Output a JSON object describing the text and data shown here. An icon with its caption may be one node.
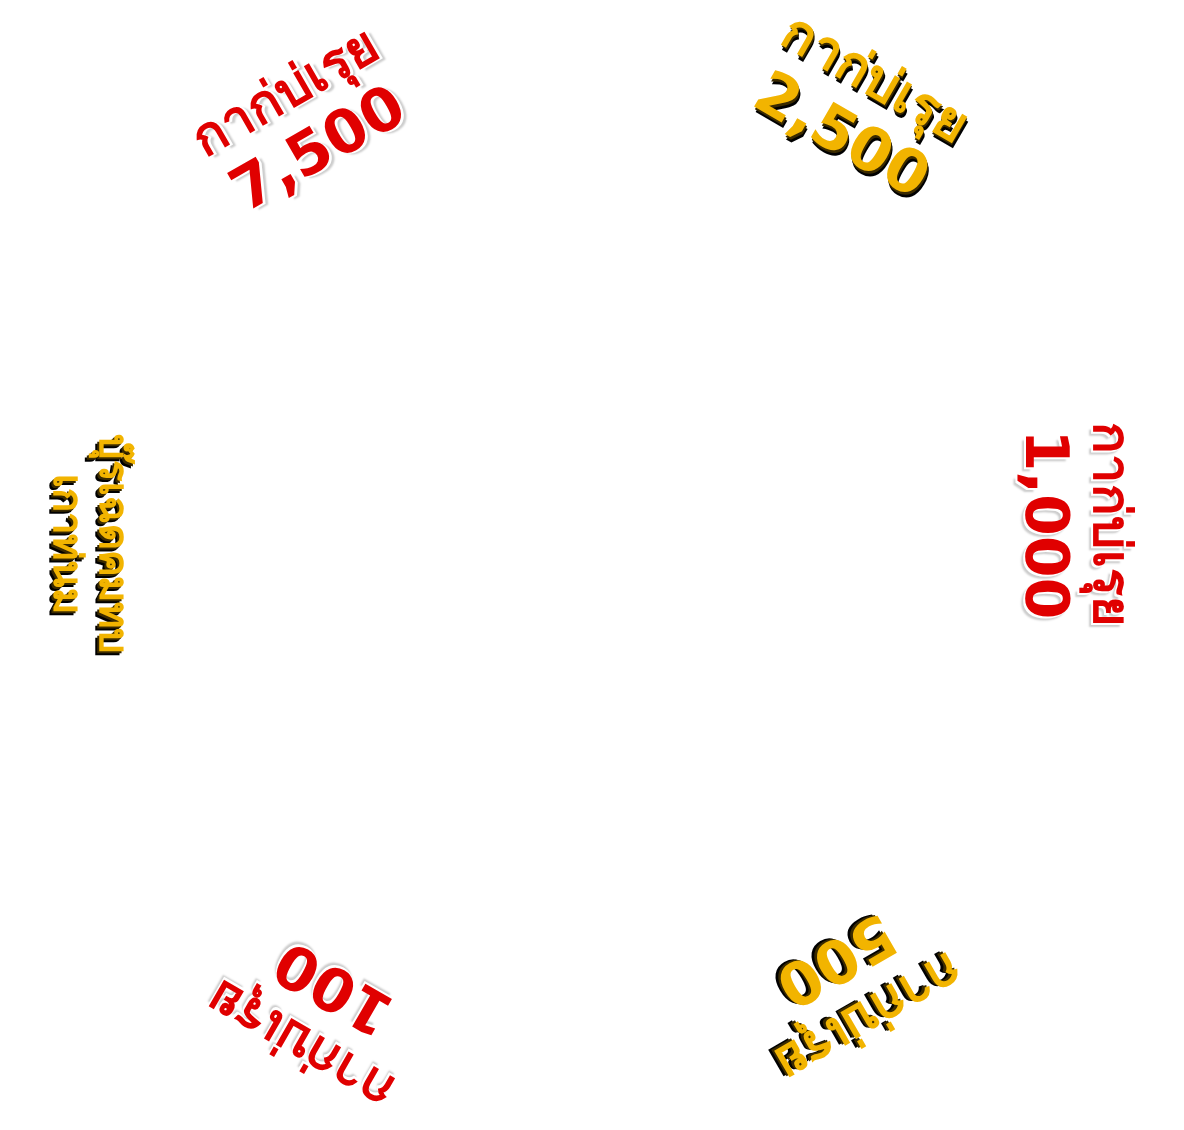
{
  "diagram": {
    "labels": [
      "กาก่บ่เรุย",
      "7,500",
      "กาก่บ่เรุย",
      "2,500",
      "บุ๊รเฉดคมทบ",
      "เกาท่นม",
      "กาก่บ่เรุย",
      "1,000",
      "กาก่บ่เรุย",
      "100",
      "กาก่บ่เรุย",
      "500"
    ]
  }
}
